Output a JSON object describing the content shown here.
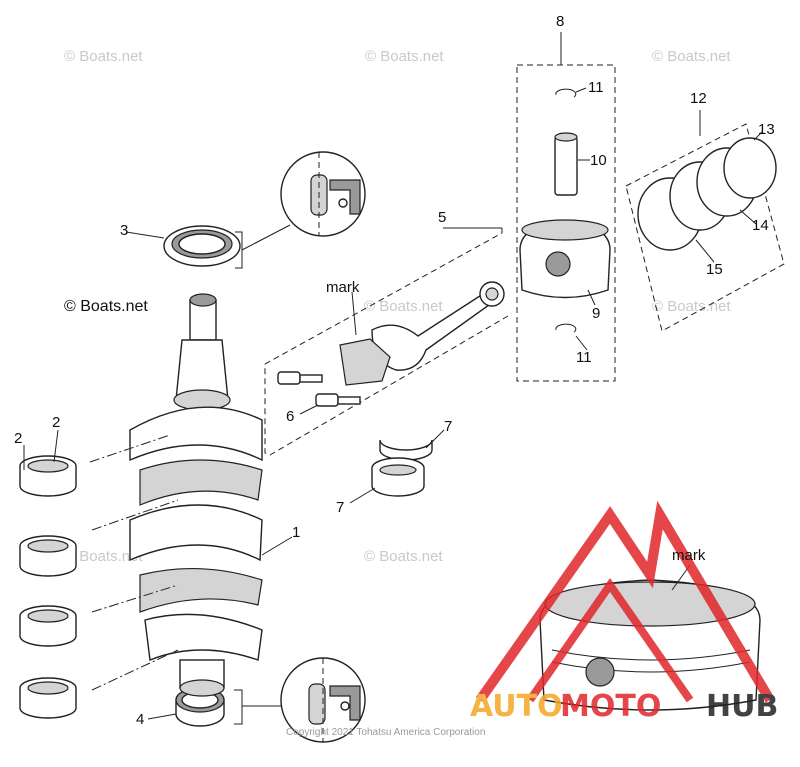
{
  "watermarks": [
    "© Boats.net",
    "© Boats.net",
    "© Boats.net",
    "© Boats.net",
    "© Boats.net",
    "© Boats.net",
    "© Boats.net"
  ],
  "credit": "© Boats.net",
  "copyright": "Copyright 2021 Tohatsu America Corporation",
  "callouts": {
    "c1": "1",
    "c2a": "2",
    "c2b": "2",
    "c3": "3",
    "c4": "4",
    "c5": "5",
    "c6": "6",
    "c7a": "7",
    "c7b": "7",
    "c8": "8",
    "c9": "9",
    "c10": "10",
    "c11a": "11",
    "c11b": "11",
    "c12": "12",
    "c13": "13",
    "c14": "14",
    "c15": "15"
  },
  "labels": {
    "mark_rod": "mark",
    "mark_piston": "mark"
  },
  "logo": {
    "word_part1": "AUTO",
    "word_part2": "MOTO",
    "word_part3": "HUB",
    "color_red": "#e0262a",
    "color_orange": "#f5a623"
  }
}
